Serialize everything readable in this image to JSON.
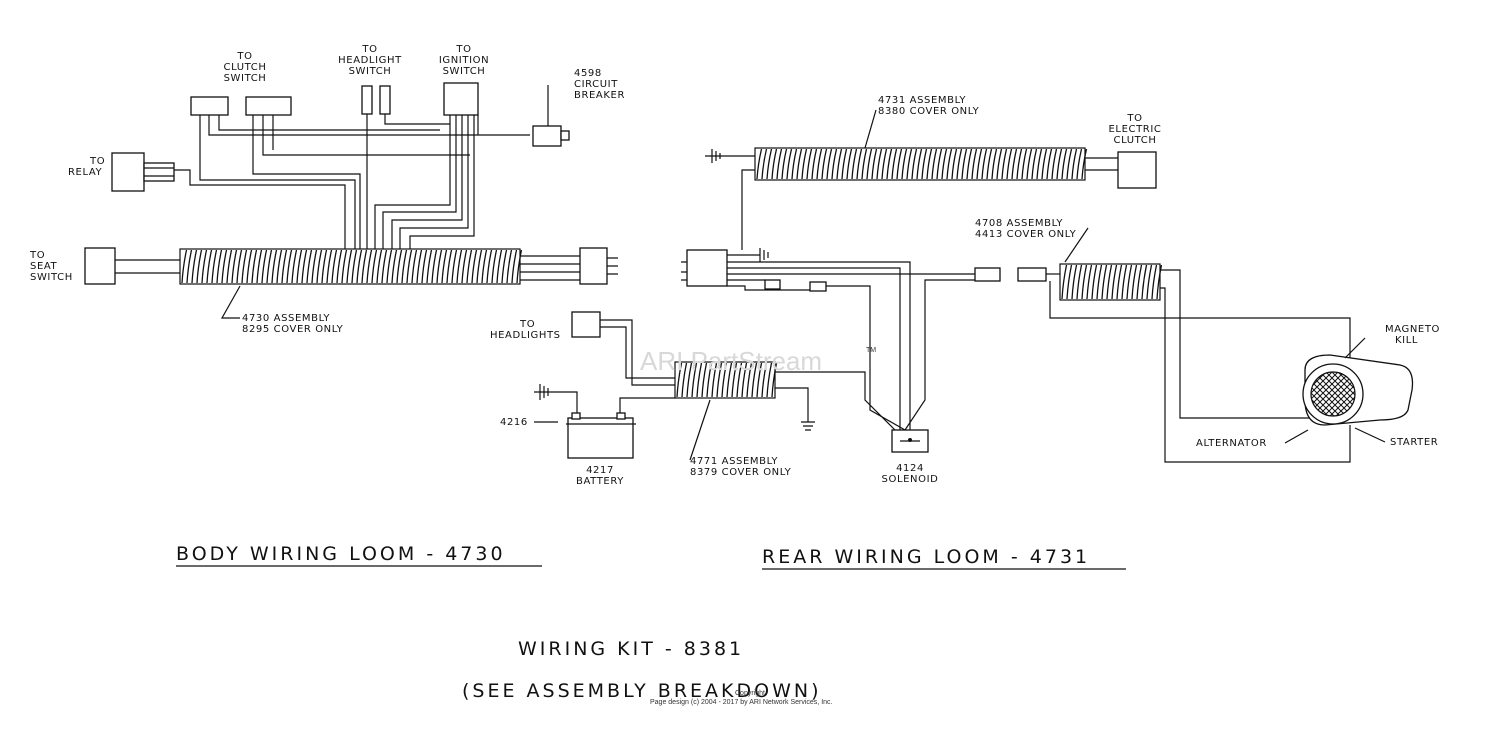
{
  "labels": {
    "clutch_switch": [
      "TO",
      "CLUTCH",
      "SWITCH"
    ],
    "headlight_switch": [
      "TO",
      "HEADLIGHT",
      "SWITCH"
    ],
    "ignition_switch": [
      "TO",
      "IGNITION",
      "SWITCH"
    ],
    "circuit_breaker": [
      "4598",
      "CIRCUIT",
      "BREAKER"
    ],
    "relay": [
      "TO",
      "RELAY"
    ],
    "seat_switch": [
      "TO",
      "SEAT",
      "SWITCH"
    ],
    "body_loom": [
      "4730 ASSEMBLY",
      "8295 COVER ONLY"
    ],
    "rear_loom_4731": [
      "4731 ASSEMBLY",
      "8380 COVER ONLY"
    ],
    "electric_clutch": [
      "TO",
      "ELECTRIC",
      "CLUTCH"
    ],
    "loom_4708": [
      "4708 ASSEMBLY",
      "4413 COVER ONLY"
    ],
    "magneto_kill": [
      "MAGNETO",
      "KILL"
    ],
    "alternator": "ALTERNATOR",
    "starter": "STARTER",
    "headlights": [
      "TO",
      "HEADLIGHTS"
    ],
    "ground_4216": "4216",
    "battery": [
      "4217",
      "BATTERY"
    ],
    "loom_4771": [
      "4771 ASSEMBLY",
      "8379 COVER ONLY"
    ],
    "solenoid": [
      "4124",
      "SOLENOID"
    ]
  },
  "titles": {
    "body": "BODY WIRING LOOM - 4730",
    "rear": "REAR WIRING LOOM - 4731",
    "kit": "WIRING KIT - 8381",
    "breakdown": "(SEE ASSEMBLY BREAKDOWN)"
  },
  "watermark": "ARI PartStream",
  "trademark": "TM",
  "copyright": [
    "Copyright",
    "Page design (c) 2004 - 2017 by ARI Network Services, Inc."
  ]
}
